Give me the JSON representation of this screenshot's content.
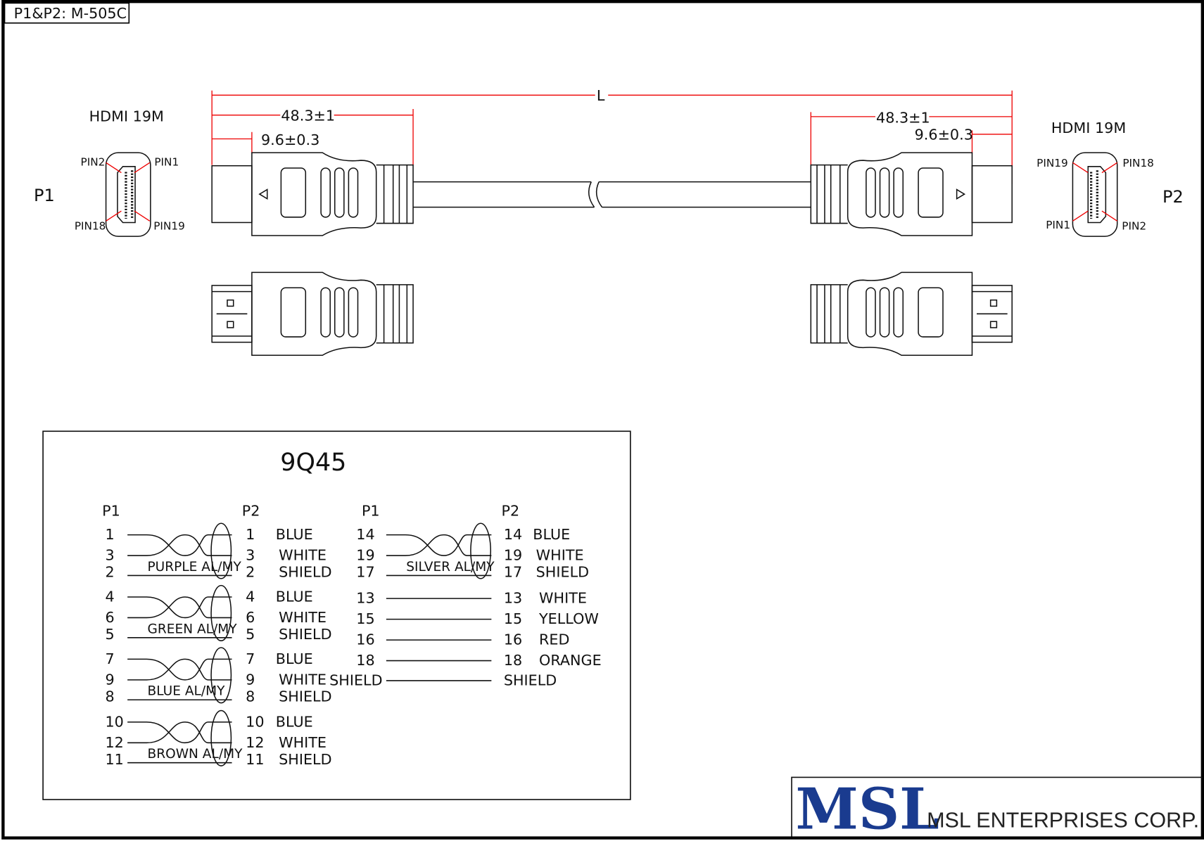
{
  "part_label": "P1&P2: M-505C",
  "connector_type_left": "HDMI 19M",
  "connector_type_right": "HDMI 19M",
  "p1_label": "P1",
  "p2_label": "P2",
  "dims": {
    "length": "L",
    "left_overall": "48.3±1",
    "left_plug": "9.6±0.3",
    "right_overall": "48.3±1",
    "right_plug": "9.6±0.3"
  },
  "pins_left": {
    "top_left": "PIN2",
    "top_right": "PIN1",
    "bottom_left": "PIN18",
    "bottom_right": "PIN19"
  },
  "pins_right": {
    "top_left": "PIN19",
    "top_right": "PIN18",
    "bottom_left": "PIN1",
    "bottom_right": "PIN2"
  },
  "wiring": {
    "title": "9Q45",
    "headers": [
      "P1",
      "P2",
      "P1",
      "P2"
    ],
    "left_pairs": [
      {
        "pins": [
          "1",
          "3",
          "2"
        ],
        "colors": [
          "BLUE",
          "WHITE",
          "SHIELD"
        ],
        "label": "PURPLE AL/MY"
      },
      {
        "pins": [
          "4",
          "6",
          "5"
        ],
        "colors": [
          "BLUE",
          "WHITE",
          "SHIELD"
        ],
        "label": "GREEN AL/MY"
      },
      {
        "pins": [
          "7",
          "9",
          "8"
        ],
        "colors": [
          "BLUE",
          "WHITE",
          "SHIELD"
        ],
        "label": "BLUE AL/MY"
      },
      {
        "pins": [
          "10",
          "12",
          "11"
        ],
        "colors": [
          "BLUE",
          "WHITE",
          "SHIELD"
        ],
        "label": "BROWN AL/MY"
      }
    ],
    "right_pair": {
      "pins": [
        "14",
        "19",
        "17"
      ],
      "colors": [
        "BLUE",
        "WHITE",
        "SHIELD"
      ],
      "label": "SILVER AL/MY"
    },
    "right_singles": [
      {
        "pin": "13",
        "color": "WHITE"
      },
      {
        "pin": "15",
        "color": "YELLOW"
      },
      {
        "pin": "16",
        "color": "RED"
      },
      {
        "pin": "18",
        "color": "ORANGE"
      }
    ],
    "shield": {
      "p1": "SHIELD",
      "p2": "SHIELD"
    }
  },
  "logo": {
    "mark": "MSL",
    "company": "MSL ENTERPRISES CORP.",
    "color": "#1a3b8f"
  }
}
